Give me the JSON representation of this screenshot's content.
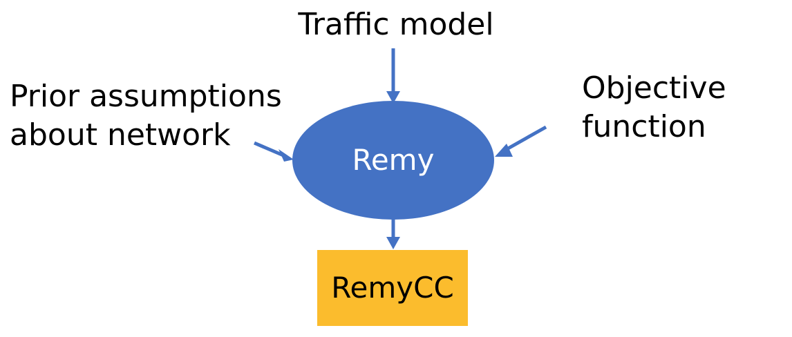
{
  "diagram": {
    "inputs": {
      "traffic_model": "Traffic model",
      "prior_assumptions": {
        "line1": "Prior assumptions",
        "line2": "about network"
      },
      "objective_function": {
        "line1": "Objective",
        "line2": "function"
      }
    },
    "core": {
      "label": "Remy",
      "fill": "#4472C4"
    },
    "output": {
      "label": "RemyCC",
      "fill": "#FBBC2D"
    },
    "arrow_color": "#4472C4"
  }
}
